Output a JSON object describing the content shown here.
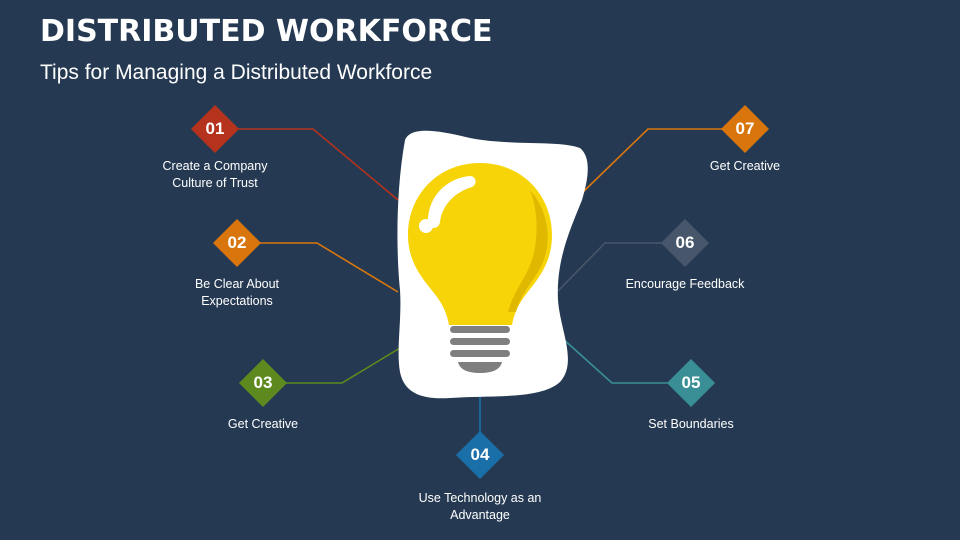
{
  "title": "DISTRIBUTED WORKFORCE",
  "subtitle": "Tips for Managing a Distributed Workforce",
  "colors": {
    "background": "#253a52",
    "bulb_yellow": "#f7d407",
    "bulb_base": "#7f7f7f"
  },
  "tips": [
    {
      "num": "01",
      "label": "Create a Company\nCulture of Trust",
      "color": "#b5321c"
    },
    {
      "num": "02",
      "label": "Be Clear About\nExpectations",
      "color": "#d8760d"
    },
    {
      "num": "03",
      "label": "Get Creative",
      "color": "#5d8a1e"
    },
    {
      "num": "04",
      "label": "Use Technology as an\nAdvantage",
      "color": "#1b6fa8"
    },
    {
      "num": "05",
      "label": "Set Boundaries",
      "color": "#3a8f96"
    },
    {
      "num": "06",
      "label": "Encourage Feedback",
      "color": "#48566b"
    },
    {
      "num": "07",
      "label": "Get Creative",
      "color": "#d8760d"
    }
  ]
}
